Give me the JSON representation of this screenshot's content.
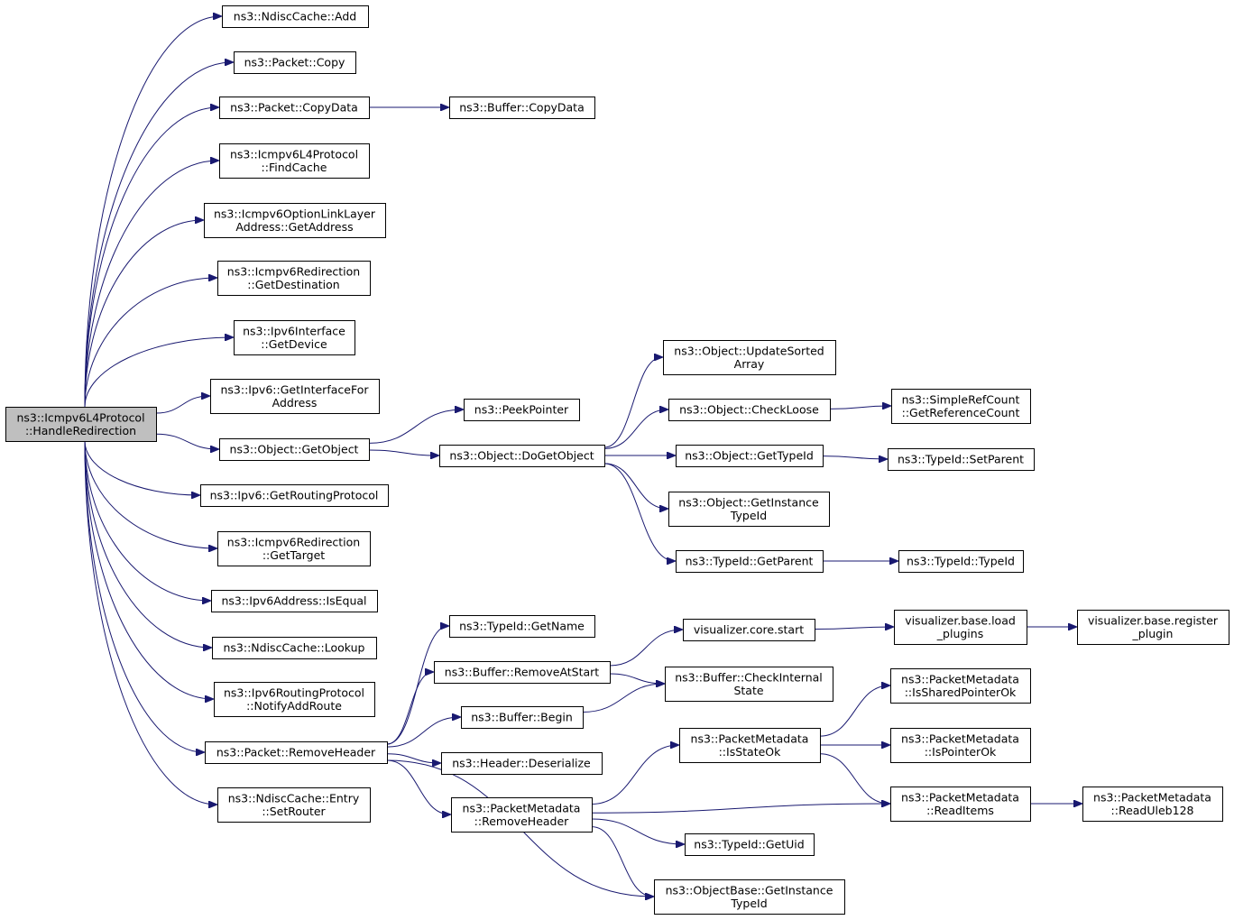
{
  "nodes": [
    {
      "id": "handle",
      "lines": [
        "ns3::Icmpv6L4Protocol",
        "::HandleRedirection"
      ],
      "root": true
    },
    {
      "id": "ndadd",
      "lines": [
        "ns3::NdiscCache::Add"
      ]
    },
    {
      "id": "pcopy",
      "lines": [
        "ns3::Packet::Copy"
      ]
    },
    {
      "id": "pcopydata",
      "lines": [
        "ns3::Packet::CopyData"
      ]
    },
    {
      "id": "bcopydata",
      "lines": [
        "ns3::Buffer::CopyData"
      ]
    },
    {
      "id": "findcache",
      "lines": [
        "ns3::Icmpv6L4Protocol",
        "::FindCache"
      ]
    },
    {
      "id": "getaddress",
      "lines": [
        "ns3::Icmpv6OptionLinkLayer",
        "Address::GetAddress"
      ]
    },
    {
      "id": "getdest",
      "lines": [
        "ns3::Icmpv6Redirection",
        "::GetDestination"
      ]
    },
    {
      "id": "getdevice",
      "lines": [
        "ns3::Ipv6Interface",
        "::GetDevice"
      ]
    },
    {
      "id": "getiface",
      "lines": [
        "ns3::Ipv6::GetInterfaceFor",
        "Address"
      ]
    },
    {
      "id": "getobject",
      "lines": [
        "ns3::Object::GetObject"
      ]
    },
    {
      "id": "peek",
      "lines": [
        "ns3::PeekPointer"
      ]
    },
    {
      "id": "dogetobject",
      "lines": [
        "ns3::Object::DoGetObject"
      ]
    },
    {
      "id": "updsorted",
      "lines": [
        "ns3::Object::UpdateSorted",
        "Array"
      ]
    },
    {
      "id": "checkloose",
      "lines": [
        "ns3::Object::CheckLoose"
      ]
    },
    {
      "id": "getrefcount",
      "lines": [
        "ns3::SimpleRefCount",
        "::GetReferenceCount"
      ]
    },
    {
      "id": "objgettypeid",
      "lines": [
        "ns3::Object::GetTypeId"
      ]
    },
    {
      "id": "setparent",
      "lines": [
        "ns3::TypeId::SetParent"
      ]
    },
    {
      "id": "objgetinst",
      "lines": [
        "ns3::Object::GetInstance",
        "TypeId"
      ]
    },
    {
      "id": "getparent",
      "lines": [
        "ns3::TypeId::GetParent"
      ]
    },
    {
      "id": "typeidtid",
      "lines": [
        "ns3::TypeId::TypeId"
      ]
    },
    {
      "id": "getrouting",
      "lines": [
        "ns3::Ipv6::GetRoutingProtocol"
      ]
    },
    {
      "id": "gettarget",
      "lines": [
        "ns3::Icmpv6Redirection",
        "::GetTarget"
      ]
    },
    {
      "id": "isequal",
      "lines": [
        "ns3::Ipv6Address::IsEqual"
      ]
    },
    {
      "id": "lookup",
      "lines": [
        "ns3::NdiscCache::Lookup"
      ]
    },
    {
      "id": "notifyroute",
      "lines": [
        "ns3::Ipv6RoutingProtocol",
        "::NotifyAddRoute"
      ]
    },
    {
      "id": "prmheader",
      "lines": [
        "ns3::Packet::RemoveHeader"
      ]
    },
    {
      "id": "setrouter",
      "lines": [
        "ns3::NdiscCache::Entry",
        "::SetRouter"
      ]
    },
    {
      "id": "getname",
      "lines": [
        "ns3::TypeId::GetName"
      ]
    },
    {
      "id": "vizstart",
      "lines": [
        "visualizer.core.start"
      ]
    },
    {
      "id": "vizload",
      "lines": [
        "visualizer.base.load",
        "_plugins"
      ]
    },
    {
      "id": "vizreg",
      "lines": [
        "visualizer.base.register",
        "_plugin"
      ]
    },
    {
      "id": "bremove",
      "lines": [
        "ns3::Buffer::RemoveAtStart"
      ]
    },
    {
      "id": "bcheck",
      "lines": [
        "ns3::Buffer::CheckInternal",
        "State"
      ]
    },
    {
      "id": "bbegin",
      "lines": [
        "ns3::Buffer::Begin"
      ]
    },
    {
      "id": "hdeser",
      "lines": [
        "ns3::Header::Deserialize"
      ]
    },
    {
      "id": "isshared",
      "lines": [
        "ns3::PacketMetadata",
        "::IsSharedPointerOk"
      ]
    },
    {
      "id": "isstateok",
      "lines": [
        "ns3::PacketMetadata",
        "::IsStateOk"
      ]
    },
    {
      "id": "ispointerok",
      "lines": [
        "ns3::PacketMetadata",
        "::IsPointerOk"
      ]
    },
    {
      "id": "readitems",
      "lines": [
        "ns3::PacketMetadata",
        "::ReadItems"
      ]
    },
    {
      "id": "readuleb",
      "lines": [
        "ns3::PacketMetadata",
        "::ReadUleb128"
      ]
    },
    {
      "id": "pmrmheader",
      "lines": [
        "ns3::PacketMetadata",
        "::RemoveHeader"
      ]
    },
    {
      "id": "getuid",
      "lines": [
        "ns3::TypeId::GetUid"
      ]
    },
    {
      "id": "obgetinst",
      "lines": [
        "ns3::ObjectBase::GetInstance",
        "TypeId"
      ]
    }
  ],
  "edges": [
    [
      "handle",
      "ndadd"
    ],
    [
      "handle",
      "pcopy"
    ],
    [
      "handle",
      "pcopydata"
    ],
    [
      "handle",
      "findcache"
    ],
    [
      "handle",
      "getaddress"
    ],
    [
      "handle",
      "getdest"
    ],
    [
      "handle",
      "getdevice"
    ],
    [
      "handle",
      "getiface"
    ],
    [
      "handle",
      "getobject"
    ],
    [
      "handle",
      "getrouting"
    ],
    [
      "handle",
      "gettarget"
    ],
    [
      "handle",
      "isequal"
    ],
    [
      "handle",
      "lookup"
    ],
    [
      "handle",
      "notifyroute"
    ],
    [
      "handle",
      "prmheader"
    ],
    [
      "handle",
      "setrouter"
    ],
    [
      "pcopydata",
      "bcopydata"
    ],
    [
      "getobject",
      "peek"
    ],
    [
      "getobject",
      "dogetobject"
    ],
    [
      "dogetobject",
      "updsorted"
    ],
    [
      "dogetobject",
      "checkloose"
    ],
    [
      "dogetobject",
      "objgettypeid"
    ],
    [
      "dogetobject",
      "objgetinst"
    ],
    [
      "dogetobject",
      "getparent"
    ],
    [
      "checkloose",
      "getrefcount"
    ],
    [
      "objgettypeid",
      "setparent"
    ],
    [
      "getparent",
      "typeidtid"
    ],
    [
      "prmheader",
      "getname"
    ],
    [
      "prmheader",
      "bremove"
    ],
    [
      "prmheader",
      "bbegin"
    ],
    [
      "prmheader",
      "hdeser"
    ],
    [
      "prmheader",
      "pmrmheader"
    ],
    [
      "prmheader",
      "obgetinst"
    ],
    [
      "bremove",
      "vizstart"
    ],
    [
      "bremove",
      "bcheck"
    ],
    [
      "bbegin",
      "bcheck"
    ],
    [
      "vizstart",
      "vizload"
    ],
    [
      "vizload",
      "vizreg"
    ],
    [
      "pmrmheader",
      "isstateok"
    ],
    [
      "pmrmheader",
      "readitems"
    ],
    [
      "pmrmheader",
      "getuid"
    ],
    [
      "pmrmheader",
      "obgetinst"
    ],
    [
      "isstateok",
      "isshared"
    ],
    [
      "isstateok",
      "ispointerok"
    ],
    [
      "isstateok",
      "readitems"
    ],
    [
      "readitems",
      "readuleb"
    ]
  ]
}
